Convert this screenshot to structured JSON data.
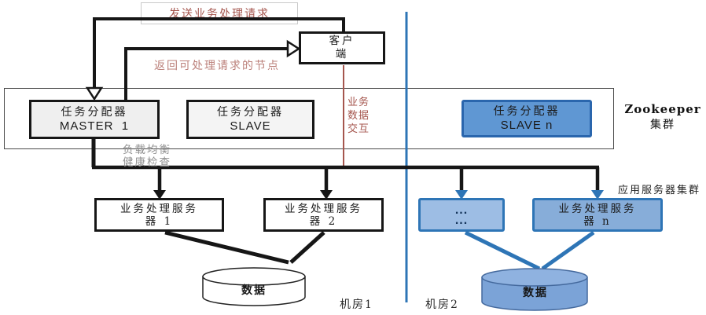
{
  "flow": {
    "send_request_label": "发送业务处理请求",
    "return_nodes_label": "返回可处理请求的节点"
  },
  "client": {
    "line1": "客户",
    "line2": "端"
  },
  "zookeeper_band": {
    "master": {
      "line1": "任务分配器",
      "line2": "MASTER  1"
    },
    "slave": {
      "line1": "任务分配器",
      "line2": "SLAVE"
    },
    "slave_n": {
      "line1": "任务分配器",
      "line2": "SLAVE n"
    },
    "cluster_label": {
      "line1": "Zookeeper",
      "line2": "集群"
    }
  },
  "annotations": {
    "business_data": {
      "line1": "业务",
      "line2": "数据",
      "line3": "交互"
    },
    "load_balance": {
      "line1": "负载均衡",
      "line2": "健康检查"
    },
    "app_server_cluster": "应用服务器集群",
    "room1": "机房1",
    "room2": "机房2"
  },
  "servers": {
    "server1": {
      "line1": "业务处理服务",
      "line2": "器 1"
    },
    "server2": {
      "line1": "业务处理服务",
      "line2": "器 2"
    },
    "ellipsis": {
      "line1": "...",
      "line2": "..."
    },
    "server_n": {
      "line1": "业务处理服务",
      "line2": "器 n"
    }
  },
  "data_stores": {
    "left": "数据",
    "right": "数据"
  },
  "colors": {
    "accent_blue": "#2e75b6",
    "slave_n_fill": "#5f97d3",
    "light_blue_fill": "#9dbde4",
    "red_text": "#a5564e",
    "gray_text": "#8f8f8f",
    "line_black": "#161616"
  }
}
